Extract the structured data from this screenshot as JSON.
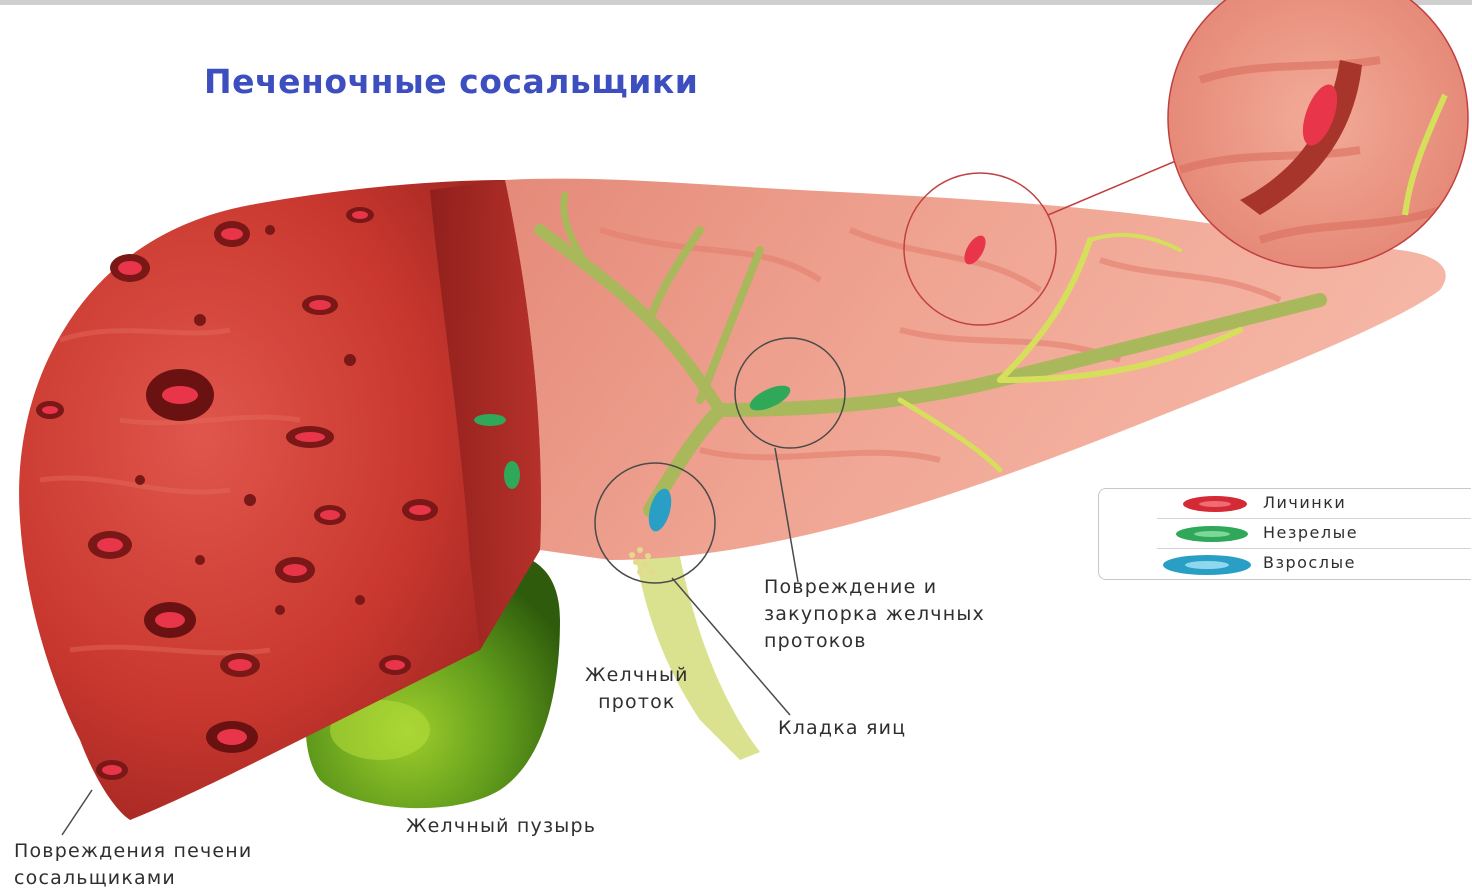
{
  "title": "Печеночные сосальщики",
  "labels": {
    "liver_damage_line1": "Повреждения печени",
    "liver_damage_line2": "сосальщиками",
    "gallbladder": "Желчный пузырь",
    "bile_duct_line1": "Желчный",
    "bile_duct_line2": "проток",
    "egg_laying": "Кладка яиц",
    "duct_damage_line1": "Повреждение и",
    "duct_damage_line2": "закупорка желчных",
    "duct_damage_line3": "протоков"
  },
  "legend": {
    "items": [
      {
        "label": "Личинки",
        "color": "#d42a35"
      },
      {
        "label": "Незрелые",
        "color": "#2fa85a"
      },
      {
        "label": "Взрослые",
        "color": "#2a9fc6"
      }
    ]
  },
  "colors": {
    "title": "#3d4fbf",
    "liver_dark": "#c73a34",
    "liver_light": "#efa28f",
    "bile_duct": "#b5c46a",
    "gallbladder": "#5e9a1c"
  }
}
